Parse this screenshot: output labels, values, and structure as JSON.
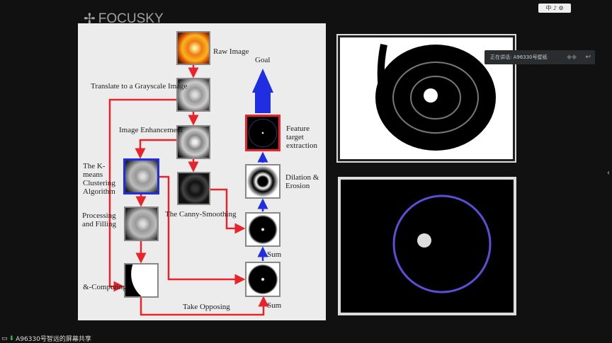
{
  "app": {
    "logo_text": "FOCUSKY"
  },
  "top_controls": {
    "label": "中 ♪ ⚙"
  },
  "speaking_bar": {
    "text": "正在讲话: A96330号壁纸",
    "reply_icon": "reply-icon"
  },
  "share_bar": {
    "text": "A96330号智远的屏幕共享"
  },
  "diagram": {
    "raw_image": "Raw Image",
    "grayscale": "Translate to a Grayscale Image",
    "enhancement": "Image Enhancement",
    "kmeans": "The K-means Clustering Algorithm",
    "processing": "Processing and Filling",
    "and_computing": "&-Computing",
    "canny": "The Canny-Smoothing",
    "goal": "Goal",
    "feature": "Feature target extraction",
    "dilation": "Dilation & Erosion",
    "sum1": "Sum",
    "sum2": "Sum",
    "take_opposing": "Take Opposing"
  },
  "colors": {
    "flow_red": "#e8232a",
    "flow_blue": "#1f2ee0",
    "ring": "#5b4fd8"
  }
}
